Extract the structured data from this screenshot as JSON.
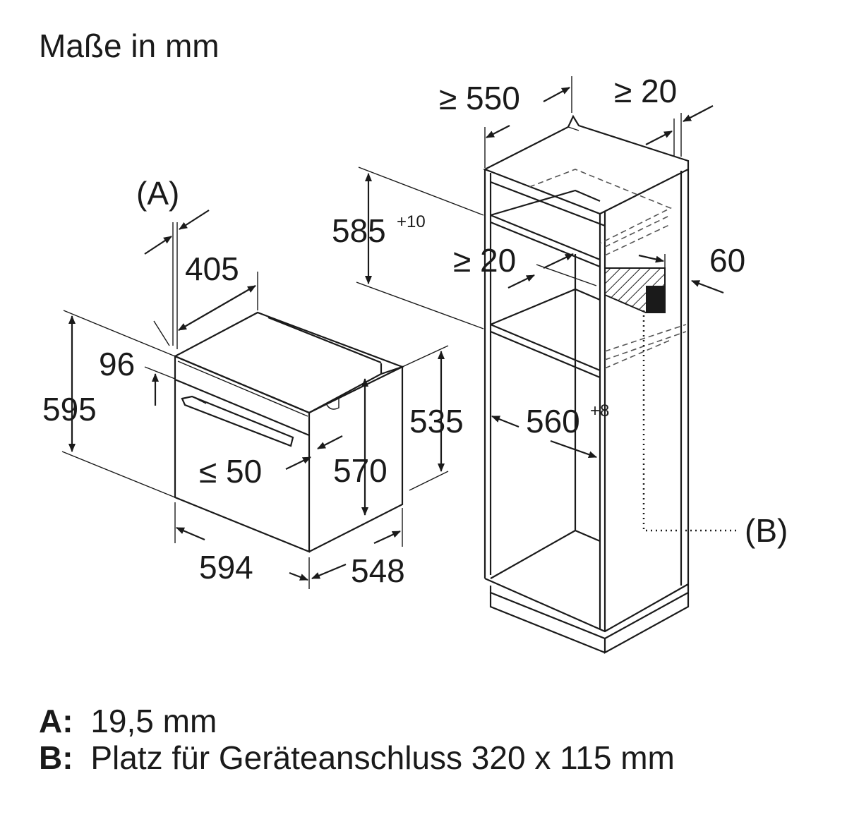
{
  "title": "Maße in mm",
  "callouts": {
    "a": "(A)",
    "b": "(B)"
  },
  "oven": {
    "depth_gap": "405",
    "front_panel": "96",
    "height_total": "595",
    "handle": "≤ 50",
    "door_height": "570",
    "body_height": "535",
    "width": "594",
    "depth": "548"
  },
  "cabinet": {
    "min_depth": "≥ 550",
    "min_back_gap": "≥ 20",
    "niche_height": "585",
    "niche_height_tol": "+10",
    "min_gap_inner": "≥ 20",
    "vent_height": "60",
    "niche_width": "560",
    "niche_width_tol": "+8"
  },
  "legend": [
    {
      "key": "A:",
      "text": "19,5 mm"
    },
    {
      "key": "B:",
      "text": "Platz für Geräteanschluss 320 x 115 mm"
    }
  ]
}
